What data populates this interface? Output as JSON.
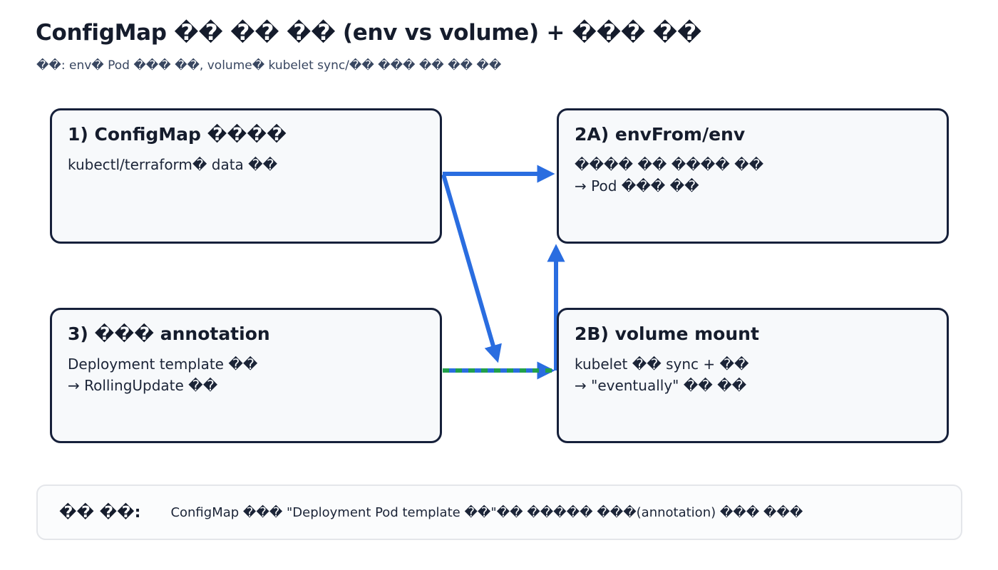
{
  "header": {
    "title": "ConfigMap �� �� �� (env vs volume) + ��� ��",
    "subtitle": "��: env� Pod ��� ��, volume� kubelet sync/�� ��� �� �� ��"
  },
  "nodes": [
    {
      "id": "configmap-change",
      "title": "1) ConfigMap ����",
      "body": "kubectl/terraform� data ��"
    },
    {
      "id": "envfrom-env",
      "title": "2A) envFrom/env",
      "body": "���� �� ���� ��\n→ Pod ��� ��"
    },
    {
      "id": "checksum-annotation",
      "title": "3) ��� annotation",
      "body": "Deployment template ��\n→ RollingUpdate ��"
    },
    {
      "id": "volume-mount",
      "title": "2B) volume mount",
      "body": "kubelet �� sync + ��\n→ \"eventually\" �� ��"
    }
  ],
  "connectors": [
    {
      "id": "configmap-to-envfrom",
      "style": "solid",
      "color": "#2a6de0"
    },
    {
      "id": "configmap-to-volume",
      "style": "solid",
      "color": "#2a6de0"
    },
    {
      "id": "annotation-to-volume",
      "style": "dashed-over-solid",
      "color": "#2a6de0",
      "overlay_color": "#21a04b"
    },
    {
      "id": "volume-to-envfrom",
      "style": "solid",
      "color": "#2a6de0"
    }
  ],
  "footer": {
    "label": "�� ��:",
    "text": "ConfigMap ��� \"Deployment Pod template ��\"�� ����� ���(annotation) ��� ���"
  },
  "colors": {
    "arrow_blue": "#2a6de0",
    "arrow_green": "#21a04b",
    "node_border": "#16203a",
    "node_fill": "#f7f9fb",
    "text": "#151c2c",
    "subtitle_text": "#384660",
    "footer_border": "#e4e6ea",
    "page_background": "#ffffff"
  }
}
